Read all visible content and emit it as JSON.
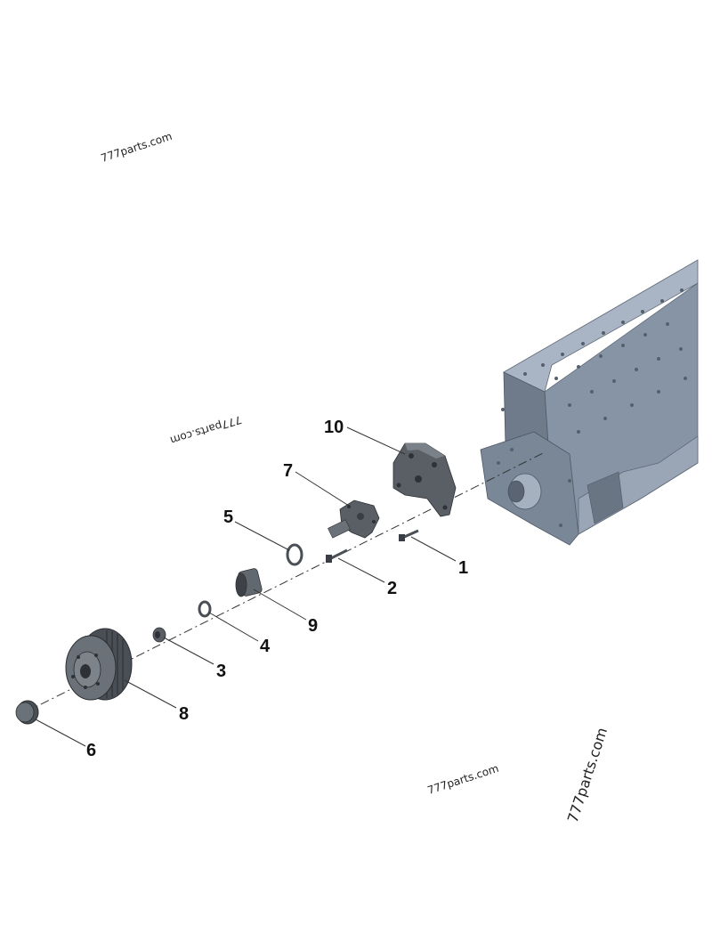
{
  "watermarks": [
    {
      "id": "wm-1",
      "text": "777parts.com"
    },
    {
      "id": "wm-2",
      "text": "777parts.com"
    },
    {
      "id": "wm-3",
      "text": "777parts.com"
    },
    {
      "id": "wm-4",
      "text": "777parts.com"
    }
  ],
  "callouts": {
    "c1": "1",
    "c2": "2",
    "c3": "3",
    "c4": "4",
    "c5": "5",
    "c6": "6",
    "c7": "7",
    "c8": "8",
    "c9": "9",
    "c10": "10"
  },
  "colors": {
    "block": "#8d9aac",
    "block_dark": "#5d6877",
    "part_dark": "#4a4f55",
    "part_mid": "#6b7178"
  }
}
